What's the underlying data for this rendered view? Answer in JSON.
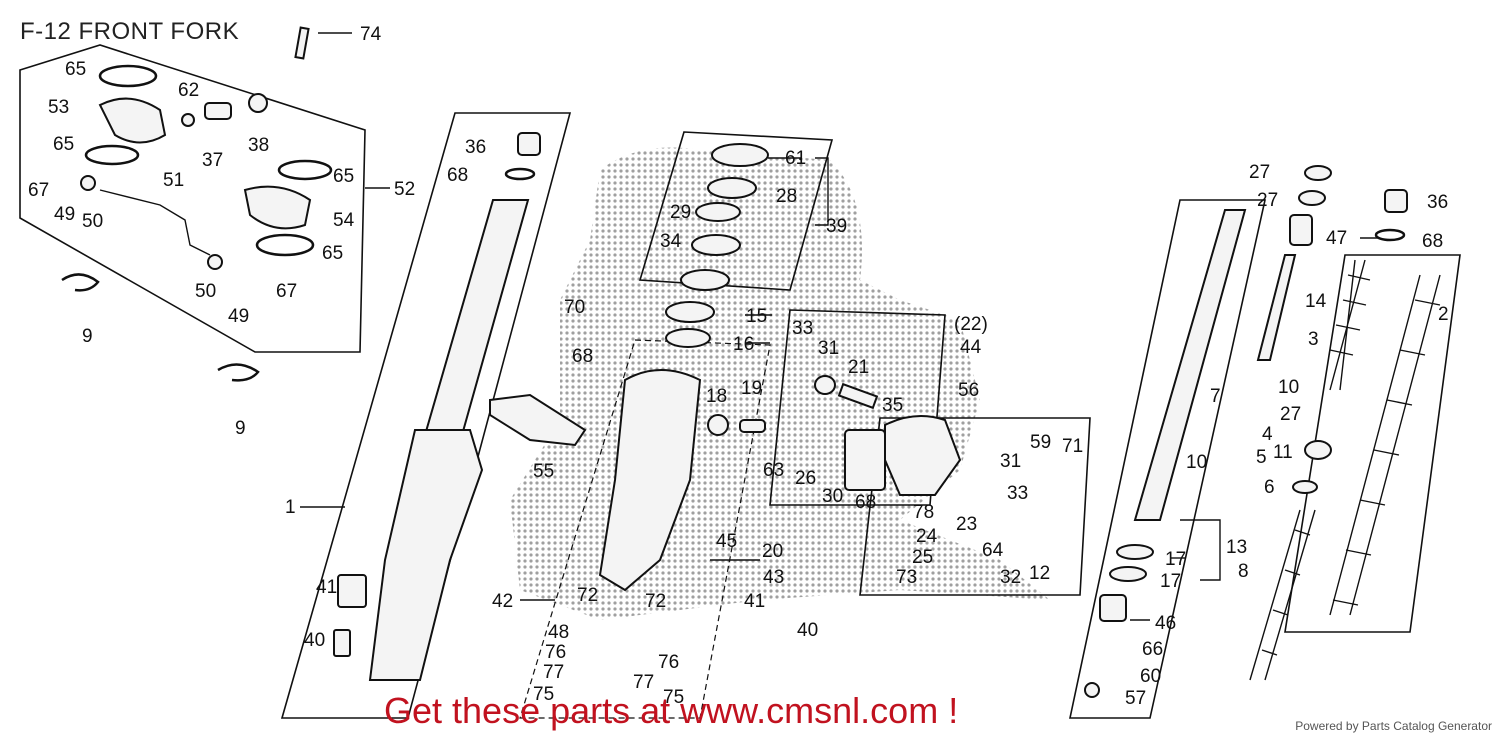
{
  "title": "F-12 FRONT FORK",
  "promo_text": "Get these parts at www.cmsnl.com !",
  "powered_by": "Powered by Parts Catalog Generator",
  "colors": {
    "promo": "#c1121f",
    "line": "#111111",
    "background": "#ffffff"
  },
  "callouts": [
    {
      "id": "c74",
      "text": "74"
    },
    {
      "id": "c65a",
      "text": "65"
    },
    {
      "id": "c62",
      "text": "62"
    },
    {
      "id": "c53",
      "text": "53"
    },
    {
      "id": "c37",
      "text": "37"
    },
    {
      "id": "c38",
      "text": "38"
    },
    {
      "id": "c65b",
      "text": "65"
    },
    {
      "id": "c67a",
      "text": "67"
    },
    {
      "id": "c51",
      "text": "51"
    },
    {
      "id": "c65c",
      "text": "65"
    },
    {
      "id": "c52",
      "text": "52"
    },
    {
      "id": "c49a",
      "text": "49"
    },
    {
      "id": "c50a",
      "text": "50"
    },
    {
      "id": "c54",
      "text": "54"
    },
    {
      "id": "c65d",
      "text": "65"
    },
    {
      "id": "c50b",
      "text": "50"
    },
    {
      "id": "c67b",
      "text": "67"
    },
    {
      "id": "c49b",
      "text": "49"
    },
    {
      "id": "c9a",
      "text": "9"
    },
    {
      "id": "c9b",
      "text": "9"
    },
    {
      "id": "c36a",
      "text": "36"
    },
    {
      "id": "c68a",
      "text": "68"
    },
    {
      "id": "c61",
      "text": "61"
    },
    {
      "id": "c28",
      "text": "28"
    },
    {
      "id": "c29",
      "text": "29"
    },
    {
      "id": "c39",
      "text": "39"
    },
    {
      "id": "c34",
      "text": "34"
    },
    {
      "id": "c70",
      "text": "70"
    },
    {
      "id": "c15",
      "text": "15"
    },
    {
      "id": "c16",
      "text": "16"
    },
    {
      "id": "c33a",
      "text": "33"
    },
    {
      "id": "c22",
      "text": "(22)"
    },
    {
      "id": "c44",
      "text": "44"
    },
    {
      "id": "c31a",
      "text": "31"
    },
    {
      "id": "c21",
      "text": "21"
    },
    {
      "id": "c68b",
      "text": "68"
    },
    {
      "id": "c18",
      "text": "18"
    },
    {
      "id": "c19",
      "text": "19"
    },
    {
      "id": "c56",
      "text": "56"
    },
    {
      "id": "c35",
      "text": "35"
    },
    {
      "id": "c55",
      "text": "55"
    },
    {
      "id": "c63",
      "text": "63"
    },
    {
      "id": "c26",
      "text": "26"
    },
    {
      "id": "c30",
      "text": "30"
    },
    {
      "id": "c68c",
      "text": "68"
    },
    {
      "id": "c59",
      "text": "59"
    },
    {
      "id": "c71",
      "text": "71"
    },
    {
      "id": "c31b",
      "text": "31"
    },
    {
      "id": "c33b",
      "text": "33"
    },
    {
      "id": "c1",
      "text": "1"
    },
    {
      "id": "c45",
      "text": "45"
    },
    {
      "id": "c78",
      "text": "78"
    },
    {
      "id": "c23",
      "text": "23"
    },
    {
      "id": "c24",
      "text": "24"
    },
    {
      "id": "c25",
      "text": "25"
    },
    {
      "id": "c64",
      "text": "64"
    },
    {
      "id": "c32",
      "text": "32"
    },
    {
      "id": "c12",
      "text": "12"
    },
    {
      "id": "c20",
      "text": "20"
    },
    {
      "id": "c43",
      "text": "43"
    },
    {
      "id": "c73",
      "text": "73"
    },
    {
      "id": "c41a",
      "text": "41"
    },
    {
      "id": "c42",
      "text": "42"
    },
    {
      "id": "c72a",
      "text": "72"
    },
    {
      "id": "c72b",
      "text": "72"
    },
    {
      "id": "c41b",
      "text": "41"
    },
    {
      "id": "c40a",
      "text": "40"
    },
    {
      "id": "c48",
      "text": "48"
    },
    {
      "id": "c40b",
      "text": "40"
    },
    {
      "id": "c76a",
      "text": "76"
    },
    {
      "id": "c76b",
      "text": "76"
    },
    {
      "id": "c77a",
      "text": "77"
    },
    {
      "id": "c77b",
      "text": "77"
    },
    {
      "id": "c75a",
      "text": "75"
    },
    {
      "id": "c75b",
      "text": "75"
    },
    {
      "id": "c27a",
      "text": "27"
    },
    {
      "id": "c27b",
      "text": "27"
    },
    {
      "id": "c36b",
      "text": "36"
    },
    {
      "id": "c47",
      "text": "47"
    },
    {
      "id": "c68d",
      "text": "68"
    },
    {
      "id": "c14",
      "text": "14"
    },
    {
      "id": "c3",
      "text": "3"
    },
    {
      "id": "c2",
      "text": "2"
    },
    {
      "id": "c10a",
      "text": "10"
    },
    {
      "id": "c7",
      "text": "7"
    },
    {
      "id": "c27c",
      "text": "27"
    },
    {
      "id": "c4",
      "text": "4"
    },
    {
      "id": "c11",
      "text": "11"
    },
    {
      "id": "c10b",
      "text": "10"
    },
    {
      "id": "c5",
      "text": "5"
    },
    {
      "id": "c6",
      "text": "6"
    },
    {
      "id": "c13",
      "text": "13"
    },
    {
      "id": "c17a",
      "text": "17"
    },
    {
      "id": "c17b",
      "text": "17"
    },
    {
      "id": "c8",
      "text": "8"
    },
    {
      "id": "c46",
      "text": "46"
    },
    {
      "id": "c66",
      "text": "66"
    },
    {
      "id": "c60",
      "text": "60"
    },
    {
      "id": "c57",
      "text": "57"
    }
  ]
}
